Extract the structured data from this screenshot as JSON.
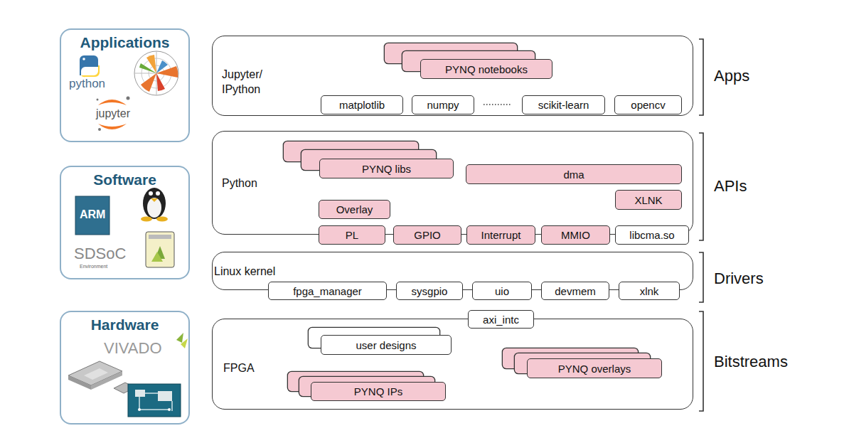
{
  "diagram": {
    "nodes": [
      {
        "text": [
          "Applications"
        ]
      },
      {
        "text": [
          "Software"
        ]
      },
      {
        "text": [
          "Hardware"
        ]
      },
      {
        "text": [
          "Jupyter/ IPython"
        ]
      },
      {
        "text": [
          "PYNQ notebooks"
        ],
        "in": 3
      },
      {
        "text": [
          "matplotlib"
        ],
        "in": 3
      },
      {
        "text": [
          "numpy"
        ],
        "in": 3
      },
      {
        "text": [
          "scikit-learn"
        ],
        "in": 3
      },
      {
        "text": [
          "opencv"
        ],
        "in": 3
      },
      {
        "text": [
          "Python"
        ]
      },
      {
        "text": [
          "PYNQ libs"
        ],
        "in": 9
      },
      {
        "text": [
          "dma"
        ],
        "in": 9
      },
      {
        "text": [
          "XLNK"
        ],
        "in": 9
      },
      {
        "text": [
          "Overlay"
        ],
        "in": 9
      },
      {
        "text": [
          "PL"
        ],
        "in": 9
      },
      {
        "text": [
          "GPIO"
        ],
        "in": 9
      },
      {
        "text": [
          "Interrupt"
        ],
        "in": 9
      },
      {
        "text": [
          "MMIO"
        ],
        "in": 9
      },
      {
        "text": [
          "libcma.so"
        ],
        "in": 9
      },
      {
        "text": [
          "Linux kernel"
        ]
      },
      {
        "text": [
          "fpga_manager"
        ],
        "in": 19
      },
      {
        "text": [
          "sysgpio"
        ],
        "in": 19
      },
      {
        "text": [
          "uio"
        ],
        "in": 19
      },
      {
        "text": [
          "devmem"
        ],
        "in": 19
      },
      {
        "text": [
          "xlnk"
        ],
        "in": 19
      },
      {
        "text": [
          "FPGA"
        ]
      },
      {
        "text": [
          "axi_intc"
        ],
        "in": 25
      },
      {
        "text": [
          "user designs"
        ],
        "in": 25
      },
      {
        "text": [
          "PYNQ overlays"
        ],
        "in": 25
      },
      {
        "text": [
          "PYNQ IPs"
        ],
        "in": 25
      }
    ],
    "labels": [
      "Apps",
      "APIs",
      "Drivers",
      "Bitstreams",
      "python",
      "jupyter",
      "ARM",
      "SDSoC",
      "Environment",
      "VIVADO"
    ]
  }
}
